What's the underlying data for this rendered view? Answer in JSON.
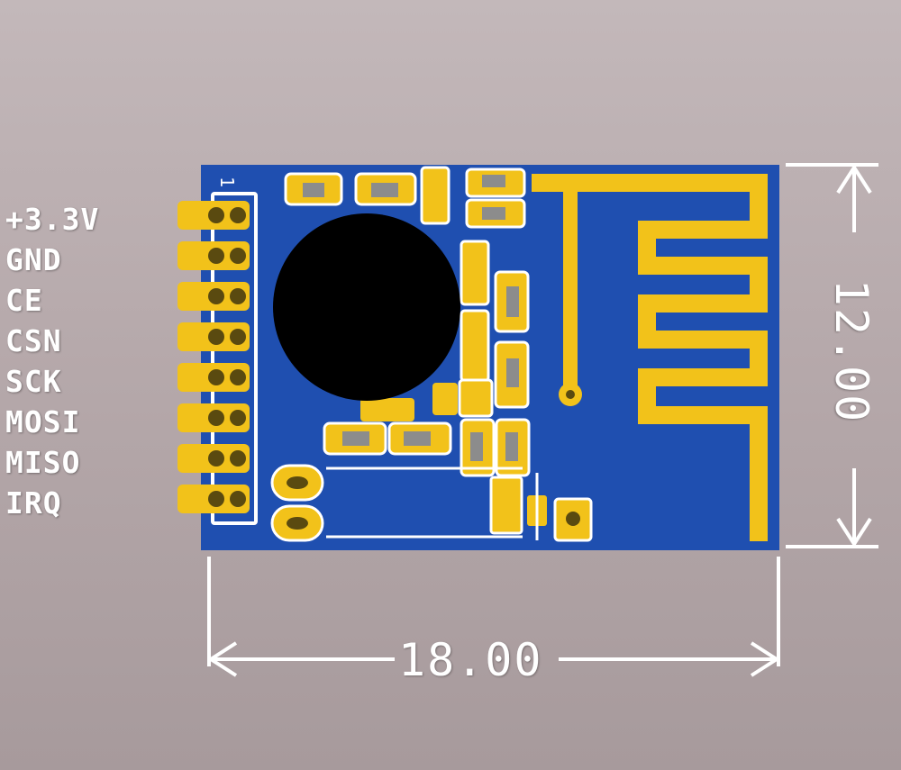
{
  "pin_labels": [
    "+3.3V",
    "GND",
    "CE",
    "CSN",
    "SCK",
    "MOSI",
    "MISO",
    "IRQ"
  ],
  "pin1_marker": "1",
  "dimensions": {
    "width": "18.00",
    "height": "12.00"
  },
  "colors": {
    "pcb": "#1f4fb0",
    "copper": "#f2c21a",
    "silkscreen": "#ffffff",
    "pad_gray": "#8c8c8c",
    "chip_blob": "#000000"
  }
}
